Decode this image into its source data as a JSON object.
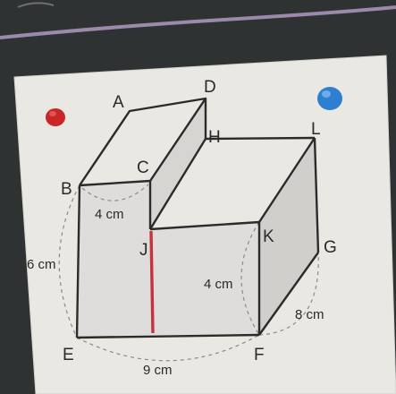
{
  "figure": {
    "vertices": {
      "A": "A",
      "B": "B",
      "C": "C",
      "D": "D",
      "E": "E",
      "F": "F",
      "G": "G",
      "H": "H",
      "J": "J",
      "K": "K",
      "L": "L"
    },
    "dimensions": {
      "bc": "4 cm",
      "be": "6 cm",
      "jk_height": "4 cm",
      "fg": "8 cm",
      "ef": "9 cm"
    }
  },
  "colors": {
    "board": "#2f3233",
    "paper": "#e9e8e3",
    "edge": "#2b2b2b",
    "highlight": "#c8323a",
    "pin_red": "#c9262a",
    "pin_blue": "#2d7fd1",
    "chalk": "#b8a0cc"
  }
}
